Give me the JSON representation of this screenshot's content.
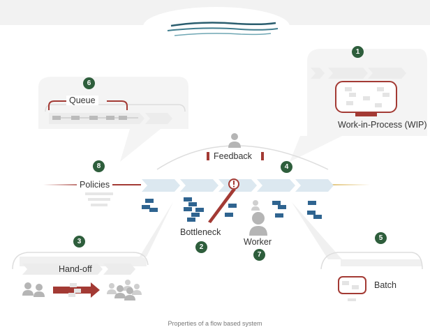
{
  "caption": "Properties of a flow based system",
  "colors": {
    "accent_red": "#a33a34",
    "badge_green": "#2e5e3c",
    "token_blue": "#2f6490",
    "chevron_light_blue": "#dce8f0",
    "chevron_grey": "#ececec",
    "person_grey": "#b5b5b5"
  },
  "concepts": [
    {
      "badge": "1",
      "label": "Work-in-Process (WIP)",
      "icon": "wip-box-icon"
    },
    {
      "badge": "2",
      "label": "Bottleneck",
      "icon": "exclamation-icon"
    },
    {
      "badge": "3",
      "label": "Hand-off",
      "icon": "handoff-arrow-icon"
    },
    {
      "badge": "4",
      "label": "Feedback",
      "icon": "feedback-arc-icon"
    },
    {
      "badge": "5",
      "label": "Batch",
      "icon": "batch-box-icon"
    },
    {
      "badge": "6",
      "label": "Queue",
      "icon": "queue-bracket-icon"
    },
    {
      "badge": "7",
      "label": "Worker",
      "icon": "person-icon"
    },
    {
      "badge": "8",
      "label": "Policies",
      "icon": "funnel-icon"
    }
  ]
}
